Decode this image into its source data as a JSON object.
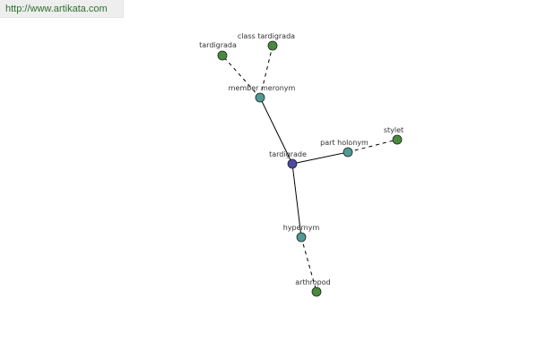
{
  "header": {
    "url": "http://www.artikata.com"
  },
  "colors": {
    "center": "#4b4ba0",
    "relation": "#4f9a94",
    "leaf": "#4a8a3c",
    "stroke": "#222222"
  },
  "graph": {
    "nodes": [
      {
        "id": "tardigrade",
        "label": "tardigrade",
        "kind": "center"
      },
      {
        "id": "member-meronym",
        "label": "member meronym",
        "kind": "relation"
      },
      {
        "id": "part-holonym",
        "label": "part holonym",
        "kind": "relation"
      },
      {
        "id": "hypernym",
        "label": "hypernym",
        "kind": "relation"
      },
      {
        "id": "tardigrada",
        "label": "tardigrada",
        "kind": "leaf"
      },
      {
        "id": "class-tardigrada",
        "label": "class tardigrada",
        "kind": "leaf"
      },
      {
        "id": "stylet",
        "label": "stylet",
        "kind": "leaf"
      },
      {
        "id": "arthropod",
        "label": "arthropod",
        "kind": "leaf"
      }
    ],
    "edges": [
      {
        "from": "tardigrade",
        "to": "member-meronym",
        "style": "solid"
      },
      {
        "from": "tardigrade",
        "to": "part-holonym",
        "style": "solid"
      },
      {
        "from": "tardigrade",
        "to": "hypernym",
        "style": "solid"
      },
      {
        "from": "member-meronym",
        "to": "tardigrada",
        "style": "dashed"
      },
      {
        "from": "member-meronym",
        "to": "class-tardigrada",
        "style": "dashed"
      },
      {
        "from": "part-holonym",
        "to": "stylet",
        "style": "dashed"
      },
      {
        "from": "hypernym",
        "to": "arthropod",
        "style": "dashed"
      }
    ]
  }
}
